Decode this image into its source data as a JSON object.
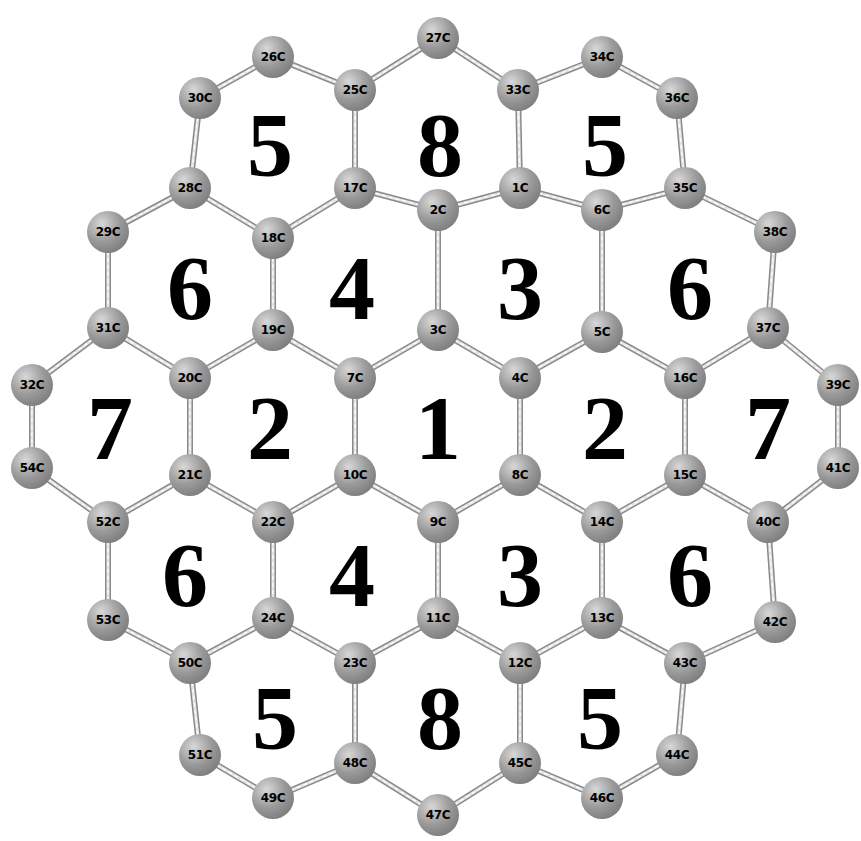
{
  "diagram": {
    "nodes": [
      {
        "text": [
          "1C"
        ]
      },
      {
        "text": [
          "2C"
        ]
      },
      {
        "text": [
          "3C"
        ]
      },
      {
        "text": [
          "4C"
        ]
      },
      {
        "text": [
          "5C"
        ]
      },
      {
        "text": [
          "6C"
        ]
      },
      {
        "text": [
          "7C"
        ]
      },
      {
        "text": [
          "8C"
        ]
      },
      {
        "text": [
          "9C"
        ]
      },
      {
        "text": [
          "10C"
        ]
      },
      {
        "text": [
          "11C"
        ]
      },
      {
        "text": [
          "12C"
        ]
      },
      {
        "text": [
          "13C"
        ]
      },
      {
        "text": [
          "14C"
        ]
      },
      {
        "text": [
          "15C"
        ]
      },
      {
        "text": [
          "16C"
        ]
      },
      {
        "text": [
          "17C"
        ]
      },
      {
        "text": [
          "18C"
        ]
      },
      {
        "text": [
          "19C"
        ]
      },
      {
        "text": [
          "20C"
        ]
      },
      {
        "text": [
          "21C"
        ]
      },
      {
        "text": [
          "22C"
        ]
      },
      {
        "text": [
          "23C"
        ]
      },
      {
        "text": [
          "24C"
        ]
      },
      {
        "text": [
          "25C"
        ]
      },
      {
        "text": [
          "26C"
        ]
      },
      {
        "text": [
          "27C"
        ]
      },
      {
        "text": [
          "28C"
        ]
      },
      {
        "text": [
          "29C"
        ]
      },
      {
        "text": [
          "30C"
        ]
      },
      {
        "text": [
          "31C"
        ]
      },
      {
        "text": [
          "32C"
        ]
      },
      {
        "text": [
          "33C"
        ]
      },
      {
        "text": [
          "34C"
        ]
      },
      {
        "text": [
          "35C"
        ]
      },
      {
        "text": [
          "36C"
        ]
      },
      {
        "text": [
          "37C"
        ]
      },
      {
        "text": [
          "38C"
        ]
      },
      {
        "text": [
          "39C"
        ]
      },
      {
        "text": [
          "40C"
        ]
      },
      {
        "text": [
          "41C"
        ]
      },
      {
        "text": [
          "42C"
        ]
      },
      {
        "text": [
          "43C"
        ]
      },
      {
        "text": [
          "44C"
        ]
      },
      {
        "text": [
          "45C"
        ]
      },
      {
        "text": [
          "46C"
        ]
      },
      {
        "text": [
          "47C"
        ]
      },
      {
        "text": [
          "48C"
        ]
      },
      {
        "text": [
          "49C"
        ]
      },
      {
        "text": [
          "50C"
        ]
      },
      {
        "text": [
          "51C"
        ]
      },
      {
        "text": [
          "52C"
        ]
      },
      {
        "text": [
          "53C"
        ]
      },
      {
        "text": [
          "54C"
        ]
      }
    ],
    "edges": [
      {
        "from": 2,
        "to": 3,
        "arrow": "none"
      },
      {
        "from": 3,
        "to": 7,
        "arrow": "none"
      },
      {
        "from": 7,
        "to": 8,
        "arrow": "none"
      },
      {
        "from": 8,
        "to": 9,
        "arrow": "none"
      },
      {
        "from": 9,
        "to": 6,
        "arrow": "none"
      },
      {
        "from": 6,
        "to": 2,
        "arrow": "none"
      },
      {
        "from": 1,
        "to": 2,
        "arrow": "none"
      },
      {
        "from": 0,
        "to": 1,
        "arrow": "none"
      },
      {
        "from": 0,
        "to": 5,
        "arrow": "none"
      },
      {
        "from": 5,
        "to": 4,
        "arrow": "none"
      },
      {
        "from": 4,
        "to": 3,
        "arrow": "none"
      },
      {
        "from": 4,
        "to": 15,
        "arrow": "none"
      },
      {
        "from": 15,
        "to": 14,
        "arrow": "none"
      },
      {
        "from": 14,
        "to": 13,
        "arrow": "none"
      },
      {
        "from": 13,
        "to": 7,
        "arrow": "none"
      },
      {
        "from": 8,
        "to": 10,
        "arrow": "none"
      },
      {
        "from": 10,
        "to": 11,
        "arrow": "none"
      },
      {
        "from": 11,
        "to": 12,
        "arrow": "none"
      },
      {
        "from": 12,
        "to": 13,
        "arrow": "none"
      },
      {
        "from": 9,
        "to": 21,
        "arrow": "none"
      },
      {
        "from": 21,
        "to": 23,
        "arrow": "none"
      },
      {
        "from": 23,
        "to": 22,
        "arrow": "none"
      },
      {
        "from": 22,
        "to": 10,
        "arrow": "none"
      },
      {
        "from": 6,
        "to": 18,
        "arrow": "none"
      },
      {
        "from": 18,
        "to": 19,
        "arrow": "none"
      },
      {
        "from": 19,
        "to": 20,
        "arrow": "none"
      },
      {
        "from": 20,
        "to": 21,
        "arrow": "none"
      },
      {
        "from": 1,
        "to": 16,
        "arrow": "none"
      },
      {
        "from": 16,
        "to": 17,
        "arrow": "none"
      },
      {
        "from": 17,
        "to": 18,
        "arrow": "none"
      },
      {
        "from": 16,
        "to": 24,
        "arrow": "none"
      },
      {
        "from": 24,
        "to": 26,
        "arrow": "none"
      },
      {
        "from": 26,
        "to": 32,
        "arrow": "none"
      },
      {
        "from": 32,
        "to": 0,
        "arrow": "none"
      },
      {
        "from": 24,
        "to": 25,
        "arrow": "none"
      },
      {
        "from": 25,
        "to": 29,
        "arrow": "none"
      },
      {
        "from": 29,
        "to": 27,
        "arrow": "none"
      },
      {
        "from": 27,
        "to": 17,
        "arrow": "none"
      },
      {
        "from": 32,
        "to": 33,
        "arrow": "none"
      },
      {
        "from": 33,
        "to": 35,
        "arrow": "none"
      },
      {
        "from": 35,
        "to": 34,
        "arrow": "none"
      },
      {
        "from": 34,
        "to": 5,
        "arrow": "none"
      },
      {
        "from": 27,
        "to": 28,
        "arrow": "none"
      },
      {
        "from": 28,
        "to": 30,
        "arrow": "none"
      },
      {
        "from": 30,
        "to": 19,
        "arrow": "none"
      },
      {
        "from": 34,
        "to": 37,
        "arrow": "none"
      },
      {
        "from": 37,
        "to": 36,
        "arrow": "none"
      },
      {
        "from": 36,
        "to": 15,
        "arrow": "none"
      },
      {
        "from": 30,
        "to": 31,
        "arrow": "none"
      },
      {
        "from": 31,
        "to": 53,
        "arrow": "none"
      },
      {
        "from": 53,
        "to": 51,
        "arrow": "none"
      },
      {
        "from": 51,
        "to": 20,
        "arrow": "none"
      },
      {
        "from": 36,
        "to": 38,
        "arrow": "none"
      },
      {
        "from": 38,
        "to": 40,
        "arrow": "none"
      },
      {
        "from": 40,
        "to": 39,
        "arrow": "none"
      },
      {
        "from": 39,
        "to": 14,
        "arrow": "none"
      },
      {
        "from": 51,
        "to": 52,
        "arrow": "none"
      },
      {
        "from": 52,
        "to": 49,
        "arrow": "none"
      },
      {
        "from": 49,
        "to": 23,
        "arrow": "none"
      },
      {
        "from": 39,
        "to": 41,
        "arrow": "none"
      },
      {
        "from": 41,
        "to": 42,
        "arrow": "none"
      },
      {
        "from": 42,
        "to": 12,
        "arrow": "none"
      },
      {
        "from": 49,
        "to": 50,
        "arrow": "none"
      },
      {
        "from": 50,
        "to": 48,
        "arrow": "none"
      },
      {
        "from": 48,
        "to": 47,
        "arrow": "none"
      },
      {
        "from": 47,
        "to": 22,
        "arrow": "none"
      },
      {
        "from": 47,
        "to": 46,
        "arrow": "none"
      },
      {
        "from": 46,
        "to": 44,
        "arrow": "none"
      },
      {
        "from": 44,
        "to": 11,
        "arrow": "none"
      },
      {
        "from": 44,
        "to": 45,
        "arrow": "none"
      },
      {
        "from": 45,
        "to": 43,
        "arrow": "none"
      },
      {
        "from": 43,
        "to": 42,
        "arrow": "none"
      }
    ],
    "labels": [
      "5",
      "8",
      "5",
      "6",
      "4",
      "3",
      "6",
      "7",
      "2",
      "1",
      "2",
      "7",
      "6",
      "4",
      "3",
      "6",
      "5",
      "8",
      "5"
    ]
  }
}
